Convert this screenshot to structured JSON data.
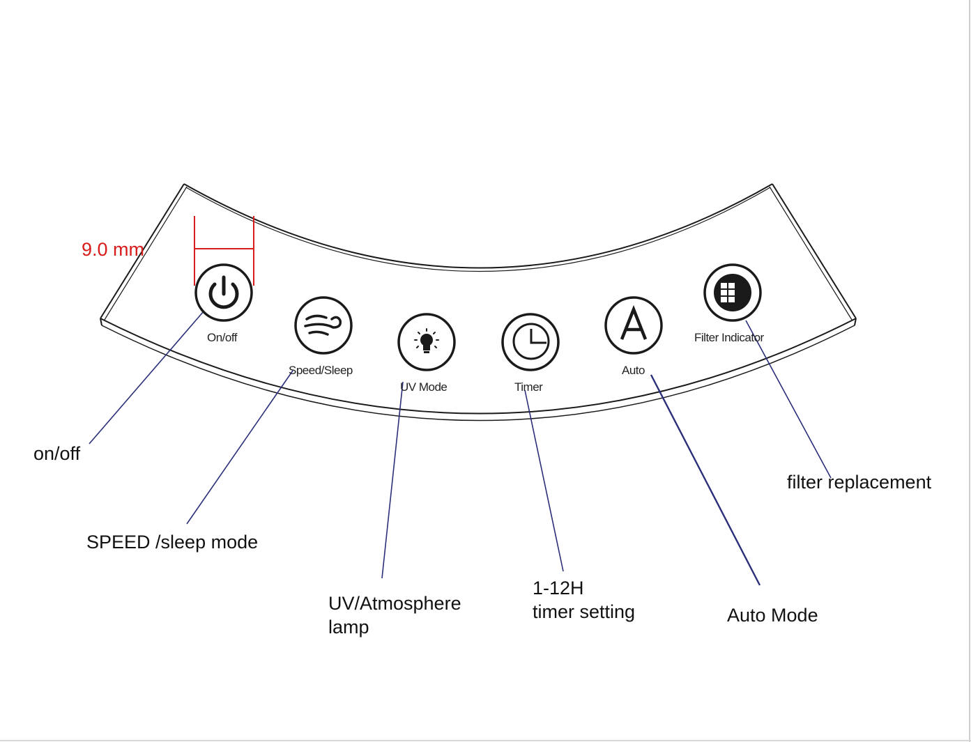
{
  "dimension": {
    "text": "9.0 mm",
    "color": "#d81c1c"
  },
  "buttons": [
    {
      "id": "onoff",
      "label": "On/off",
      "icon": "power-icon"
    },
    {
      "id": "speed",
      "label": "Speed/Sleep",
      "icon": "wind-icon"
    },
    {
      "id": "uv",
      "label": "UV Mode",
      "icon": "lightbulb-icon"
    },
    {
      "id": "timer",
      "label": "Timer",
      "icon": "clock-icon"
    },
    {
      "id": "auto",
      "label": "Auto",
      "icon": "letter-a-icon"
    },
    {
      "id": "filter",
      "label": "Filter Indicator",
      "icon": "filter-grid-icon"
    }
  ],
  "callouts": {
    "onoff": {
      "lines": [
        "on/off"
      ]
    },
    "speed": {
      "lines": [
        "SPEED /sleep mode"
      ]
    },
    "uv": {
      "lines": [
        "UV/Atmosphere",
        "lamp"
      ]
    },
    "timer": {
      "lines": [
        "1-12H",
        "timer setting"
      ]
    },
    "auto": {
      "lines": [
        "Auto Mode"
      ]
    },
    "filter": {
      "lines": [
        "filter replacement"
      ]
    }
  },
  "colors": {
    "leader": "#2b2f7a",
    "outline": "#1a1a1a",
    "dimension": "#d81c1c"
  }
}
